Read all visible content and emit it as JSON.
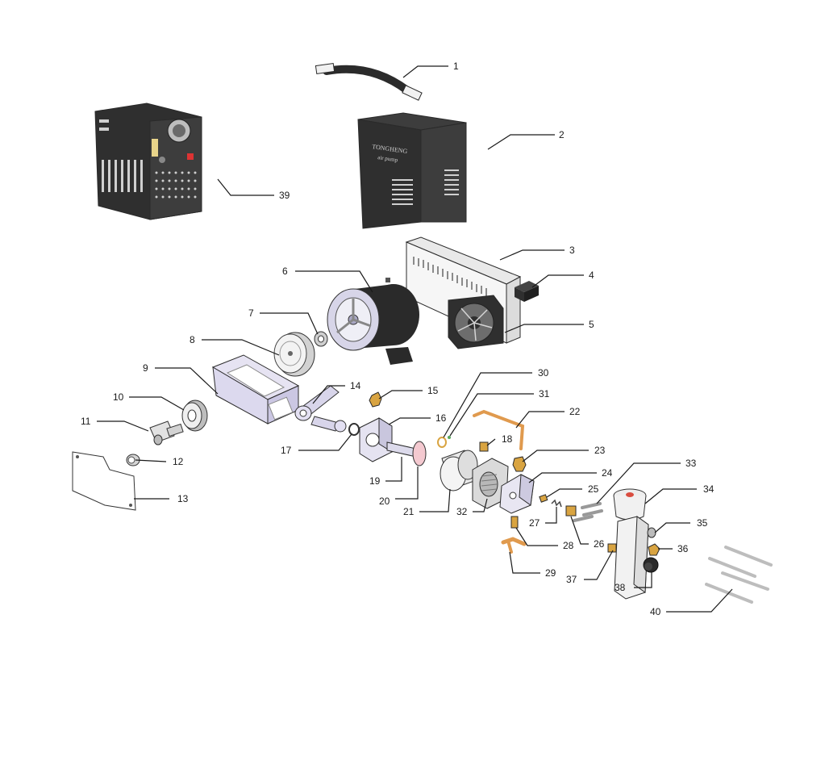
{
  "brand_plate": {
    "name": "TONGHENG",
    "subtitle": "air pump"
  },
  "callouts": [
    {
      "num": "1"
    },
    {
      "num": "2"
    },
    {
      "num": "3"
    },
    {
      "num": "4"
    },
    {
      "num": "5"
    },
    {
      "num": "6"
    },
    {
      "num": "7"
    },
    {
      "num": "8"
    },
    {
      "num": "9"
    },
    {
      "num": "10"
    },
    {
      "num": "11"
    },
    {
      "num": "12"
    },
    {
      "num": "13"
    },
    {
      "num": "14"
    },
    {
      "num": "15"
    },
    {
      "num": "16"
    },
    {
      "num": "17"
    },
    {
      "num": "18"
    },
    {
      "num": "19"
    },
    {
      "num": "20"
    },
    {
      "num": "21"
    },
    {
      "num": "22"
    },
    {
      "num": "23"
    },
    {
      "num": "24"
    },
    {
      "num": "25"
    },
    {
      "num": "26"
    },
    {
      "num": "27"
    },
    {
      "num": "28"
    },
    {
      "num": "29"
    },
    {
      "num": "30"
    },
    {
      "num": "31"
    },
    {
      "num": "32"
    },
    {
      "num": "33"
    },
    {
      "num": "34"
    },
    {
      "num": "35"
    },
    {
      "num": "36"
    },
    {
      "num": "37"
    },
    {
      "num": "38"
    },
    {
      "num": "39"
    },
    {
      "num": "40"
    }
  ]
}
